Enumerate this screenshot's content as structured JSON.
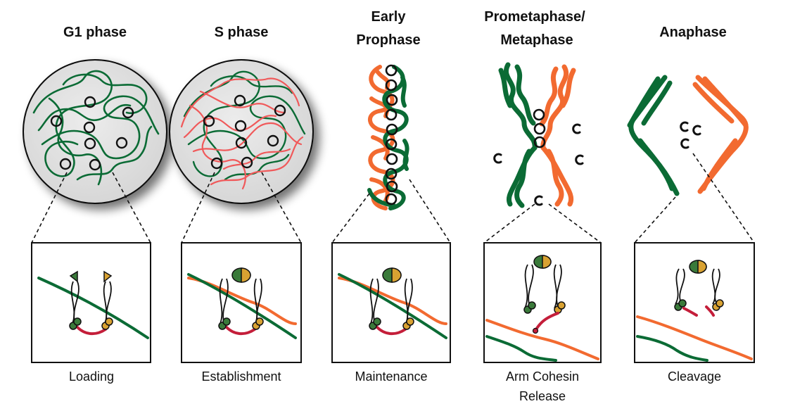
{
  "colors": {
    "green": "#0b6b35",
    "orange": "#f26a30",
    "red": "#c41e3a",
    "gold": "#d9a232",
    "nucleus_fill": "#e4e4e4",
    "outline": "#111111"
  },
  "panels": [
    {
      "title_lines": [
        "G1 phase"
      ],
      "caption_lines": [
        "Loading"
      ]
    },
    {
      "title_lines": [
        "S phase"
      ],
      "caption_lines": [
        "Establishment"
      ]
    },
    {
      "title_lines": [
        "Early",
        "Prophase"
      ],
      "caption_lines": [
        "Maintenance"
      ]
    },
    {
      "title_lines": [
        "Prometaphase/",
        "Metaphase"
      ],
      "caption_lines": [
        "Arm Cohesin",
        "Release"
      ]
    },
    {
      "title_lines": [
        "Anaphase"
      ],
      "caption_lines": [
        "Cleavage"
      ]
    }
  ]
}
